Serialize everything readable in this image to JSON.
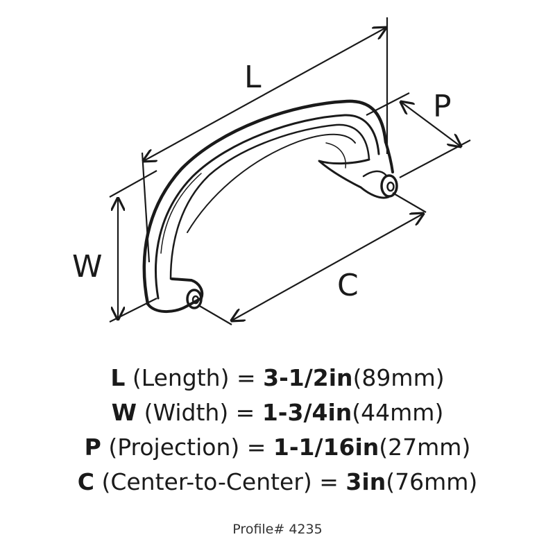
{
  "diagram": {
    "labels": {
      "L": "L",
      "P": "P",
      "W": "W",
      "C": "C"
    },
    "line_color": "#1a1a1a"
  },
  "specs": [
    {
      "letter": "L",
      "desc": " (Length) = ",
      "imperial": "3-1/2in",
      "metric": "(89mm)"
    },
    {
      "letter": "W",
      "desc": " (Width) = ",
      "imperial": "1-3/4in",
      "metric": "(44mm)"
    },
    {
      "letter": "P",
      "desc": " (Projection) = ",
      "imperial": "1-1/16in",
      "metric": "(27mm)"
    },
    {
      "letter": "C",
      "desc": " (Center-to-Center) = ",
      "imperial": "3in",
      "metric": "(76mm)"
    }
  ],
  "profile": "Profile# 4235"
}
